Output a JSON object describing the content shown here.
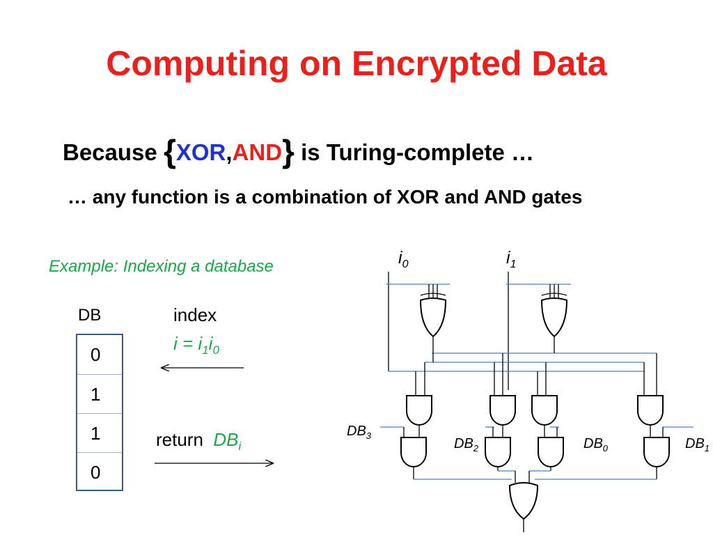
{
  "title": "Computing on Encrypted Data",
  "statement": {
    "prefix": "Because ",
    "open_brace": "{",
    "xor": "XOR",
    "comma": ",",
    "and": "AND",
    "close_brace": "}",
    "suffix": " is Turing-complete …"
  },
  "sub_statement": "… any function is a combination of XOR and AND gates",
  "example_label": "Example: Indexing a database",
  "db": {
    "label": "DB",
    "cells": [
      "0",
      "1",
      "1",
      "0"
    ]
  },
  "index": {
    "label": "index",
    "formula": {
      "lhs": "i = i",
      "sub1": "1",
      "mid": "i",
      "sub0": "0"
    }
  },
  "return_stmt": {
    "word": "return",
    "var": "DB",
    "sub": "i"
  },
  "circuit": {
    "inputs": [
      {
        "base": "i",
        "sub": "0"
      },
      {
        "base": "i",
        "sub": "1"
      }
    ],
    "db_labels": [
      {
        "base": "DB",
        "sub": "3"
      },
      {
        "base": "DB",
        "sub": "2"
      },
      {
        "base": "DB",
        "sub": "0"
      },
      {
        "base": "DB",
        "sub": "1"
      }
    ]
  },
  "colors": {
    "title": "#e8211d",
    "xor": "#1f33cc",
    "and": "#e8211d",
    "green": "#1aa84b",
    "table_border": "#3a5a8a"
  }
}
